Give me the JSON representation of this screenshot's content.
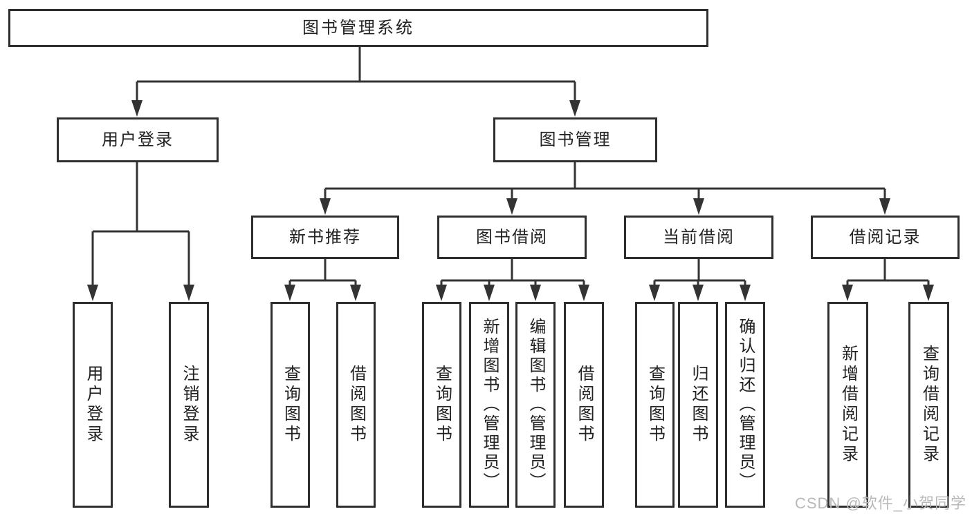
{
  "diagram": {
    "tree": {
      "label": "图书管理系统",
      "children": [
        {
          "label": "用户登录",
          "children": [
            {
              "label": "用户登录"
            },
            {
              "label": "注销登录"
            }
          ]
        },
        {
          "label": "图书管理",
          "children": [
            {
              "label": "新书推荐",
              "children": [
                {
                  "label": "查询图书"
                },
                {
                  "label": "借阅图书"
                }
              ]
            },
            {
              "label": "图书借阅",
              "children": [
                {
                  "label": "查询图书"
                },
                {
                  "label": "新增图书（管理员）"
                },
                {
                  "label": "编辑图书（管理员）"
                },
                {
                  "label": "借阅图书"
                }
              ]
            },
            {
              "label": "当前借阅",
              "children": [
                {
                  "label": "查询图书"
                },
                {
                  "label": "归还图书"
                },
                {
                  "label": "确认归还（管理员）"
                }
              ]
            },
            {
              "label": "借阅记录",
              "children": [
                {
                  "label": "新增借阅记录"
                },
                {
                  "label": "查询借阅记录"
                }
              ]
            }
          ]
        }
      ]
    },
    "colors": {
      "line": "#333333",
      "box_border": "#2e2e2e",
      "text": "#222222",
      "watermark": "#b9b9b9",
      "background": "#ffffff"
    }
  },
  "watermark": {
    "text": "CSDN @软件_小贺同学"
  }
}
